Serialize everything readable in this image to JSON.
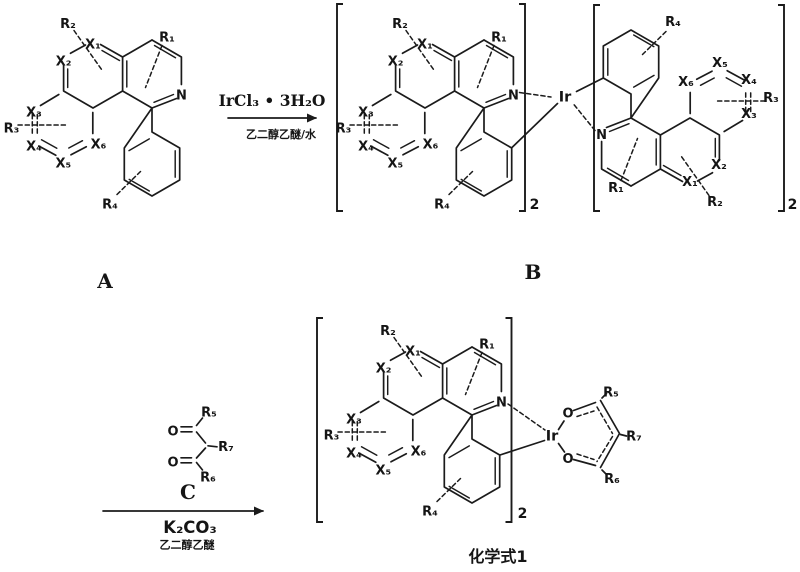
{
  "compounds": {
    "a": "A",
    "b": "B",
    "c": "C",
    "product": "化学式1"
  },
  "reaction": {
    "step1_reagent": "IrCl₃ • 3H₂O",
    "step1_solvent": "乙二醇乙醚/水",
    "step2_base": "K₂CO₃",
    "step2_solvent": "乙二醇乙醚"
  },
  "substituents": {
    "r1": "R₁",
    "r2": "R₂",
    "r3": "R₃",
    "r4": "R₄",
    "r5": "R₅",
    "r6": "R₆",
    "r7": "R₇"
  },
  "ring_atoms": {
    "x1": "X₁",
    "x2": "X₂",
    "x3": "X₃",
    "x4": "X₄",
    "x5": "X₅",
    "x6": "X₆",
    "n": "N",
    "o": "O",
    "ir": "Ir"
  },
  "counts": {
    "dimer_subscript": "2"
  },
  "colors": {
    "ink": "#1b1b1b",
    "background": "#ffffff"
  }
}
